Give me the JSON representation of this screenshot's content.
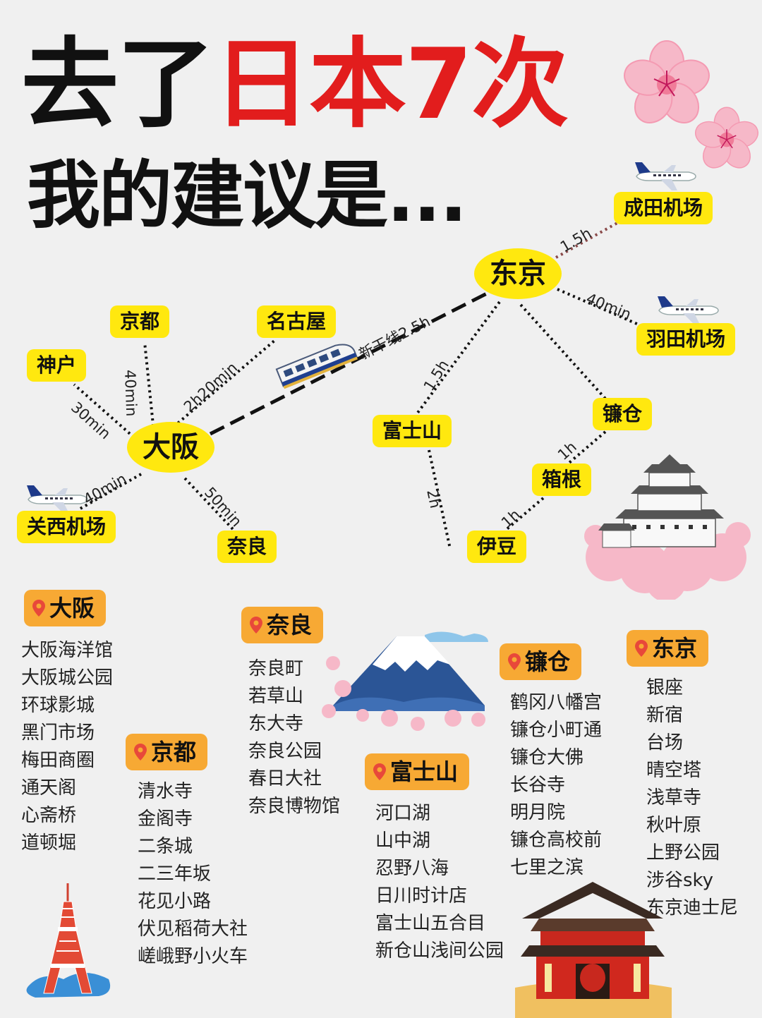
{
  "title": {
    "part1": "去了",
    "part2_red": "日本7次",
    "line2": "我的建议是..."
  },
  "map": {
    "nodes": {
      "tokyo": "东京",
      "osaka": "大阪",
      "narita": "成田机场",
      "haneda": "羽田机场",
      "kyoto": "京都",
      "nagoya": "名古屋",
      "kobe": "神户",
      "kansai": "关西机场",
      "nara": "奈良",
      "fuji": "富士山",
      "kamakura": "镰仓",
      "hakone": "箱根",
      "izu": "伊豆"
    },
    "edges": {
      "tokyo_narita": "1.5h",
      "tokyo_haneda": "40min",
      "osaka_tokyo": "新干线2.5h",
      "osaka_kyoto": "40min",
      "osaka_nagoya": "2h20min",
      "osaka_kobe": "30min",
      "osaka_kansai": "40min",
      "osaka_nara": "50min",
      "tokyo_fuji": "1.5h",
      "fuji_izu": "2h",
      "kamakura_hakone": "1h",
      "hakone_izu": "1h"
    }
  },
  "sections": {
    "osaka": {
      "name": "大阪",
      "spots": [
        "大阪海洋馆",
        "大阪城公园",
        "环球影城",
        "黑门市场",
        "梅田商圈",
        "通天阁",
        "心斋桥",
        "道顿堀"
      ]
    },
    "kyoto": {
      "name": "京都",
      "spots": [
        "清水寺",
        "金阁寺",
        "二条城",
        "二三年坂",
        "花见小路",
        "伏见稻荷大社",
        "嵯峨野小火车"
      ]
    },
    "nara": {
      "name": "奈良",
      "spots": [
        "奈良町",
        "若草山",
        "东大寺",
        "奈良公园",
        "春日大社",
        "奈良博物馆"
      ]
    },
    "fuji": {
      "name": "富士山",
      "spots": [
        "河口湖",
        "山中湖",
        "忍野八海",
        "日川时计店",
        "富士山五合目",
        "新仓山浅间公园"
      ]
    },
    "kamakura": {
      "name": "镰仓",
      "spots": [
        "鹤冈八幡宫",
        "镰仓小町通",
        "镰仓大佛",
        "长谷寺",
        "明月院",
        "镰仓高校前",
        "七里之滨"
      ]
    },
    "tokyo": {
      "name": "东京",
      "spots": [
        "银座",
        "新宿",
        "台场",
        "晴空塔",
        "浅草寺",
        "秋叶原",
        "上野公园",
        "涉谷sky",
        "东京迪士尼"
      ]
    }
  },
  "colors": {
    "background": "#f0f0f0",
    "title_red": "#e21d1d",
    "node_yellow": "#ffe80f",
    "badge_orange": "#f7a934",
    "pin_red": "#e8483a"
  },
  "icons": [
    "sakura-flower-icon",
    "airplane-icon",
    "shinkansen-train-icon",
    "himeji-castle-icon",
    "mount-fuji-icon",
    "tokyo-tower-icon",
    "asakusa-temple-icon"
  ]
}
